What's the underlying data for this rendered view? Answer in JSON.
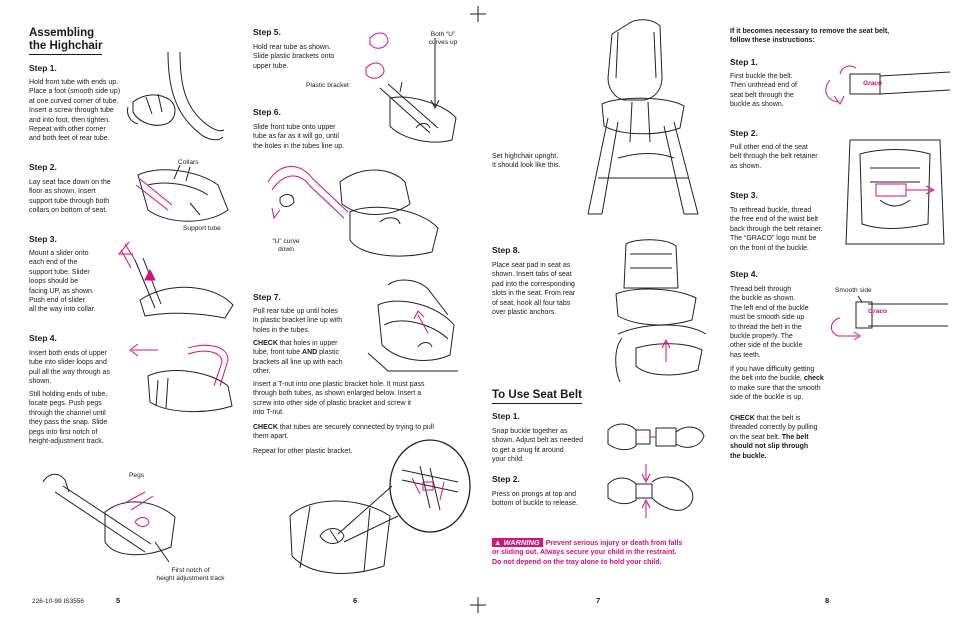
{
  "col1": {
    "title_line1": "Assembling",
    "title_line2": "the Highchair",
    "step1": {
      "label": "Step 1.",
      "text": [
        "Hold front tube with ends up.",
        "Place a foot (smooth side up)",
        "at one curved corner of tube.",
        "Insert a screw through tube",
        "and into foot, then tighten.",
        "Repeat with other corner",
        "and both feet of rear tube."
      ]
    },
    "step2": {
      "label": "Step 2.",
      "text": [
        "Lay seat face down on the",
        "floor as shown. Insert",
        "support tube through both",
        "collars on bottom of seat."
      ],
      "callouts": {
        "collars": "Collars",
        "support_tube": "Support tube"
      }
    },
    "step3": {
      "label": "Step 3.",
      "text": [
        "Mount a slider onto",
        "each end of the",
        "support tube. Slider",
        "loops should be",
        "facing UP, as shown.",
        "Push end of slider",
        "all the way into collar."
      ]
    },
    "step4": {
      "label": "Step 4.",
      "text": [
        "Insert both ends of upper",
        "tube into slider loops and",
        "pull all the way through as",
        "shown."
      ],
      "text2": [
        "Still holding ends of tube,",
        "locate pegs. Push pegs",
        "through the channel until",
        "they pass the snap. Slide",
        "pegs into first notch of",
        "height-adjustment track."
      ]
    },
    "callout_pegs": "Pegs",
    "callout_notch": [
      "First notch of",
      "height adjustment track"
    ],
    "footer_code": "226-10-99   IS3556",
    "page": "5"
  },
  "col2": {
    "step5": {
      "label": "Step 5.",
      "text": [
        "Hold rear tube as shown.",
        "Slide plastic brackets onto",
        "upper tube."
      ],
      "callouts": {
        "u_curves": [
          "Both “U”",
          "curves up"
        ],
        "bracket": "Plastic bracket"
      }
    },
    "step6": {
      "label": "Step 6.",
      "text": [
        "Slide front tube onto upper",
        "tube as far as it will go, until",
        "the holes in the tubes line up."
      ],
      "callout_u_down": [
        "“U” curve",
        "down"
      ]
    },
    "step7": {
      "label": "Step 7.",
      "text": [
        "Pull rear tube up until holes",
        "in plastic bracket line up with",
        "holes in the tubes."
      ],
      "check_word": "CHECK",
      "check_a": " that holes in upper",
      "check_b": [
        "tube, front tube ",
        "AND",
        " plastic"
      ],
      "check_c": [
        "brackets all line up with each",
        "other."
      ],
      "para2": [
        "Insert a T-nut into one plastic bracket hole. It must pass",
        "through both tubes, as shown enlarged below. Insert a",
        "screw into other side of plastic bracket and screw it",
        "into T-nut."
      ],
      "check2_word": "CHECK",
      "check2_text": [
        " that tubes are securely connected by trying to pull",
        "them apart."
      ],
      "repeat": "Repeat for other plastic bracket."
    },
    "page": "6"
  },
  "col3": {
    "upright": [
      "Set highchair upright.",
      "It should look like this."
    ],
    "step8": {
      "label": "Step 8.",
      "text": [
        "Place seat pad in seat as",
        "shown. Insert tabs of seat",
        "pad into the corresponding",
        "slots in the seat. From rear",
        "of seat, hook all four tabs",
        "over plastic anchors."
      ]
    },
    "title": "To Use Seat Belt",
    "step1": {
      "label": "Step 1.",
      "text": [
        "Snap buckle together as",
        "shown. Adjust belt as needed",
        "to get a snug fit around",
        "your child."
      ]
    },
    "step2": {
      "label": "Step 2.",
      "text": [
        "Press on prongs at top and",
        "bottom of buckle to release."
      ]
    },
    "warning_badge": "WARNING",
    "warning_text": [
      "Prevent serious injury or death from falls",
      "or sliding out. Always secure your child in the restraint.",
      "Do not depend on the tray alone to hold your child."
    ],
    "page": "7"
  },
  "col4": {
    "intro": [
      "If it becomes necessary to remove the seat belt,",
      "follow these instructions:"
    ],
    "step1": {
      "label": "Step 1.",
      "text": [
        "First buckle the belt.",
        "Then unthread end of",
        "seat belt through the",
        "buckle as shown."
      ]
    },
    "step2": {
      "label": "Step 2.",
      "text": [
        "Pull other end of the seat",
        "belt through the belt retainer",
        "as shown."
      ]
    },
    "step3": {
      "label": "Step 3.",
      "text": [
        "To rethread buckle, thread",
        "the free end of the waist belt",
        "back through the belt retainer.",
        "The “GRACO” logo must be",
        "on the front of the buckle."
      ]
    },
    "step4": {
      "label": "Step 4.",
      "text": [
        "Thread belt through",
        "the buckle as shown.",
        "The left end of the buckle",
        "must be smooth side up",
        "to thread the belt in the",
        "buckle properly. The",
        "other side of the buckle",
        "has teeth."
      ],
      "text2": [
        "If you have difficulty getting",
        "the belt into the buckle, ",
        "check",
        "to make sure that the smooth",
        "side of the buckle is up."
      ],
      "callout": "Smooth side"
    },
    "final_check": "CHECK",
    "final_a": " that the belt is",
    "final_b": "threaded correctly by pulling",
    "final_c1": "on the seat belt. ",
    "final_c2": "The belt",
    "final_d": "should not slip through",
    "final_e": "the buckle.",
    "logo": "Graco",
    "page": "8"
  }
}
